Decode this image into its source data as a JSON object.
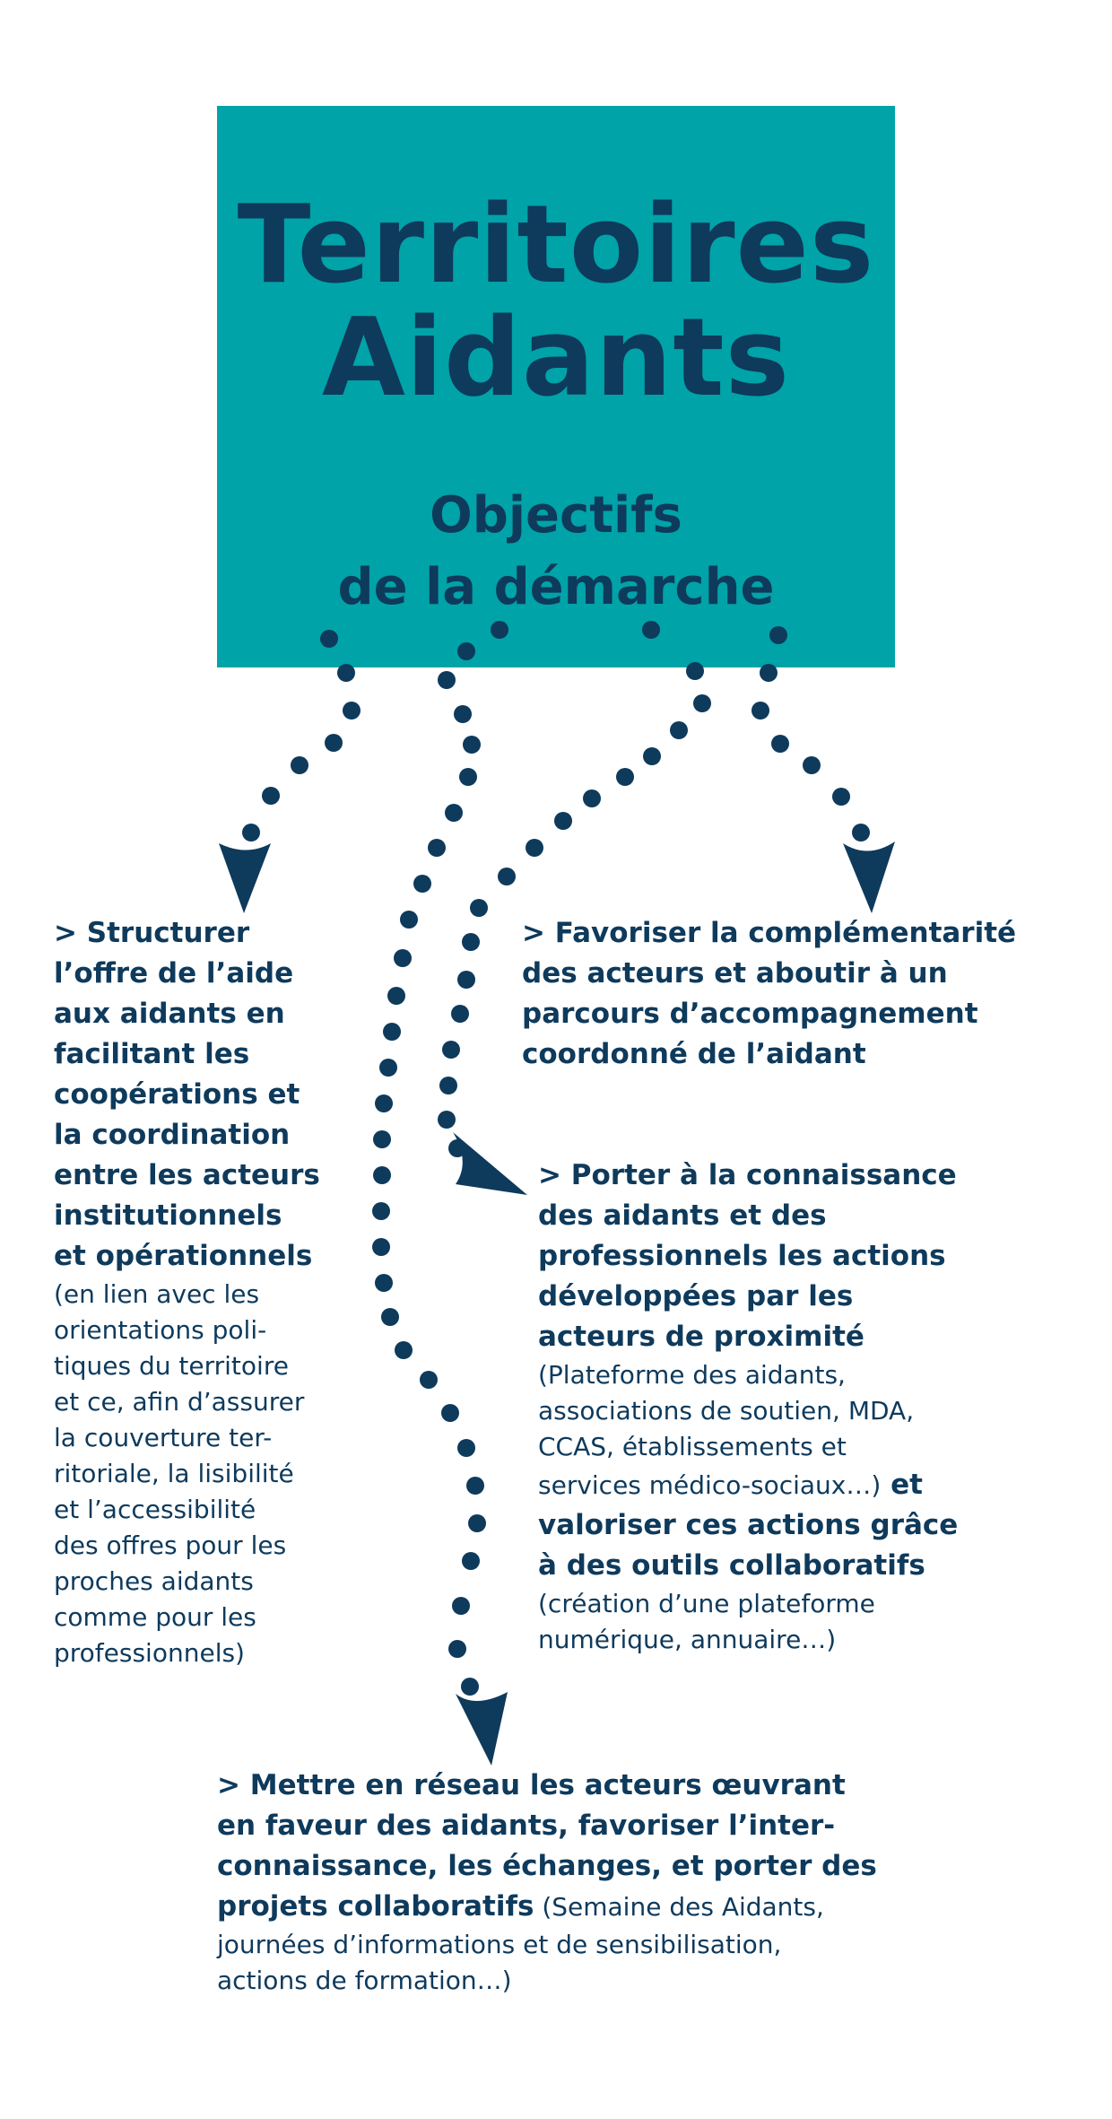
{
  "title": {
    "line1": "Territoires",
    "line2": "Aidants",
    "subtitle_line1": "Objectifs",
    "subtitle_line2": "de la démarche"
  },
  "colors": {
    "title_box": "#00a3a7",
    "text": "#0e3a5c",
    "background": "#ffffff"
  },
  "blocks": {
    "structurer": {
      "bold_lines": [
        "> Structurer",
        "l’offre de l’aide",
        "aux aidants en",
        "facilitant les",
        "coopérations et",
        "la coordination",
        "entre les acteurs",
        "institutionnels",
        "et opérationnels"
      ],
      "light_lines": [
        "(en lien avec les",
        "orientations poli-",
        "tiques du territoire",
        "et ce, afin d’assurer",
        "la couverture ter-",
        "ritoriale, la lisibilité",
        "et l’accessibilité",
        "des offres pour les",
        "proches aidants",
        "comme pour les",
        "professionnels)"
      ]
    },
    "favoriser": {
      "bold_lines": [
        "> Favoriser la complémentarité",
        "des acteurs et aboutir à un",
        "parcours d’accompagnement",
        "coordonné de l’aidant"
      ]
    },
    "porter": {
      "bold_lines_1": [
        "> Porter à la connaissance",
        "des aidants et des",
        "professionnels les actions",
        "développées par les",
        "acteurs de proximité"
      ],
      "light_lines_1": [
        "(Plateforme des aidants,",
        "associations de soutien, MDA,",
        "CCAS, établissements et"
      ],
      "mixed_light": "services médico-sociaux…)",
      "mixed_bold": " et",
      "bold_lines_2": [
        "valoriser ces actions grâce",
        "à des outils collaboratifs"
      ],
      "light_lines_2": [
        "(création d’une plateforme",
        "numérique, annuaire…)"
      ]
    },
    "reseau": {
      "bold_lines": [
        "> Mettre en réseau les acteurs œuvrant",
        "en faveur des aidants, favoriser l’inter-",
        "connaissance, les échanges, et porter des"
      ],
      "mixed_bold": "projets collaboratifs",
      "mixed_light": " (Semaine des Aidants,",
      "light_lines": [
        "journées d’informations et de sensibilisation,",
        "actions de formation…)"
      ]
    }
  }
}
